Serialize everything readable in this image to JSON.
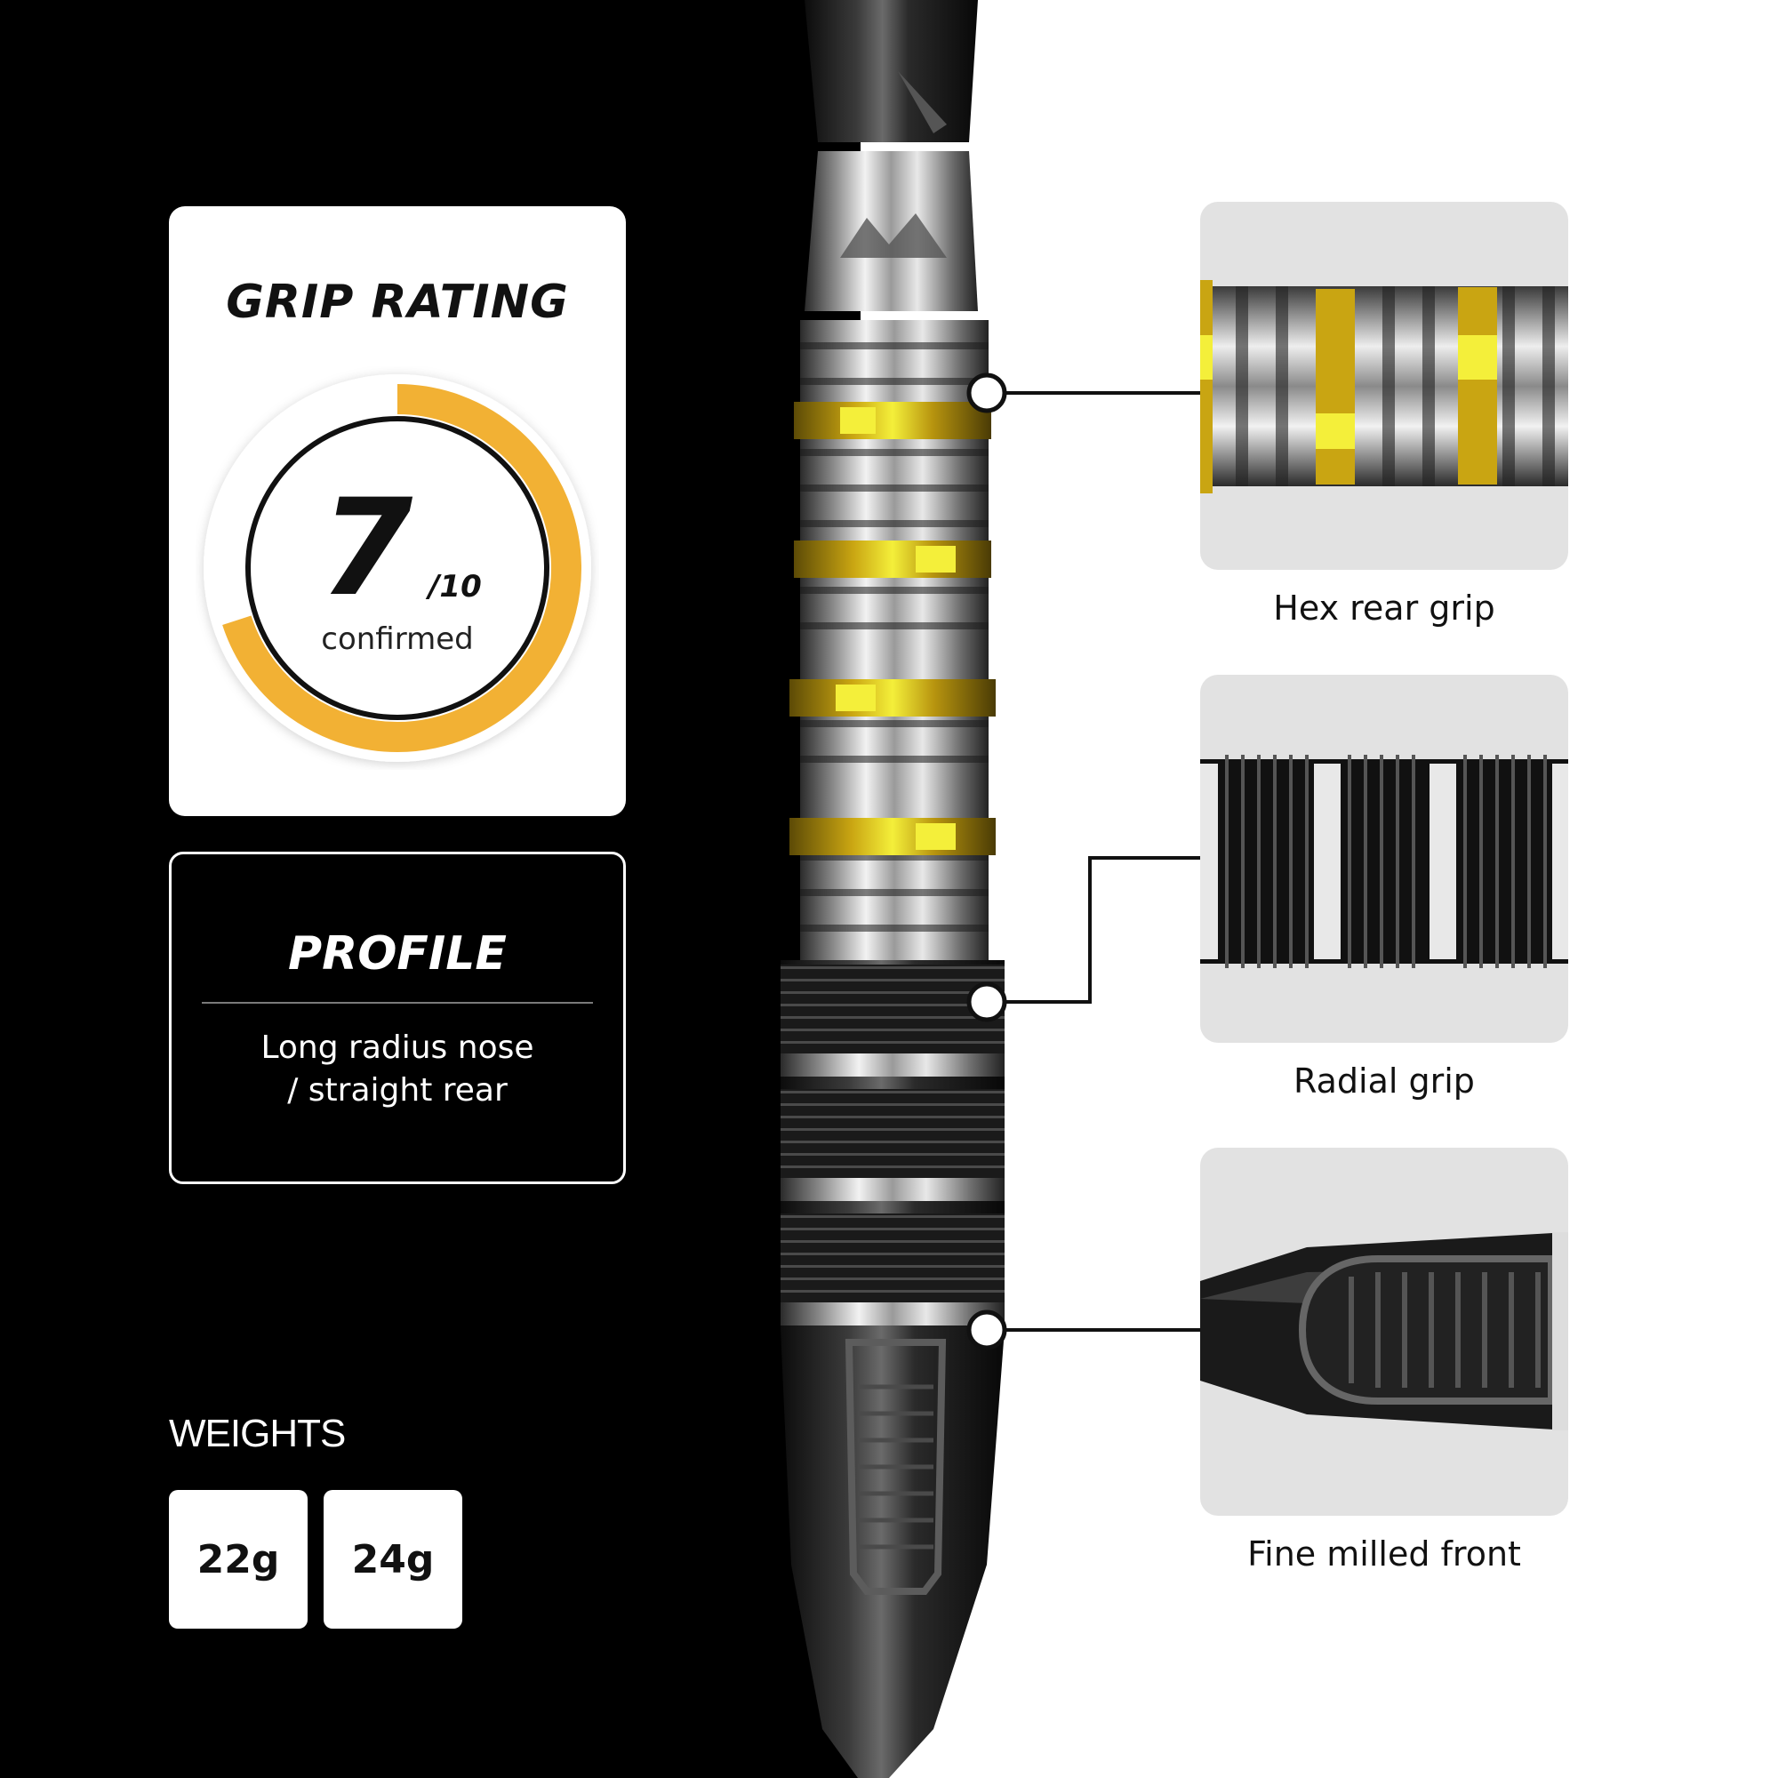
{
  "grip": {
    "title": "GRIP RATING",
    "score": "7",
    "max": "/10",
    "status": "confirmed",
    "rating_fraction": 0.7,
    "accent_color": "#f2b134"
  },
  "profile": {
    "title": "PROFILE",
    "line1": "Long radius nose",
    "line2": "/ straight rear"
  },
  "weights": {
    "title": "WEIGHTS",
    "options": [
      "22g",
      "24g"
    ]
  },
  "details": [
    {
      "label": "Hex rear grip",
      "icon": "hex-grip-closeup"
    },
    {
      "label": "Radial grip",
      "icon": "radial-grip-closeup"
    },
    {
      "label": "Fine milled front",
      "icon": "milled-front-closeup"
    }
  ],
  "colors": {
    "background_left": "#000000",
    "background_right": "#ffffff",
    "gold": "#c9a512",
    "yellow": "#f4ef3a"
  }
}
